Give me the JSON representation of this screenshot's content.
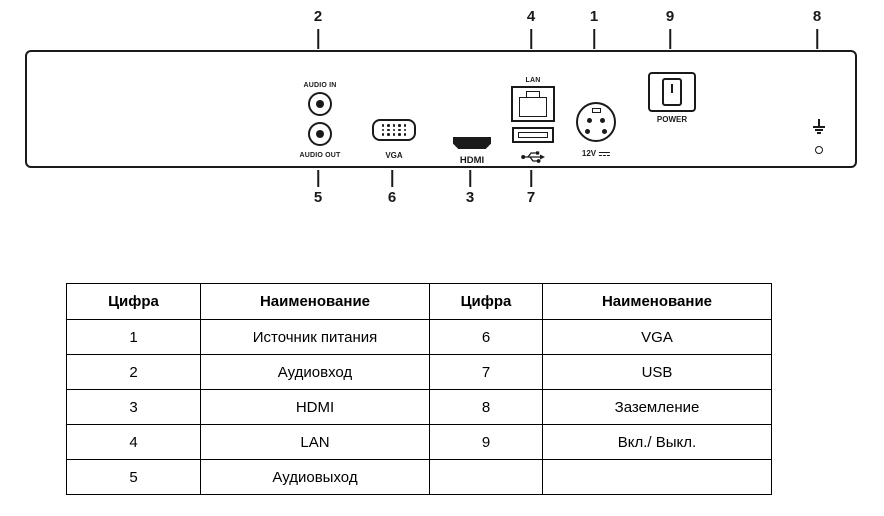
{
  "diagram": {
    "callouts_top": [
      {
        "n": "2"
      },
      {
        "n": "4"
      },
      {
        "n": "1"
      },
      {
        "n": "9"
      },
      {
        "n": "8"
      }
    ],
    "callouts_bottom": [
      {
        "n": "5"
      },
      {
        "n": "6"
      },
      {
        "n": "3"
      },
      {
        "n": "7"
      }
    ],
    "labels": {
      "audio_in": "AUDIO IN",
      "audio_out": "AUDIO OUT",
      "vga": "VGA",
      "hdmi": "HDMI",
      "lan": "LAN",
      "dc_12v": "12V",
      "power": "POWER"
    }
  },
  "table": {
    "headers": [
      "Цифра",
      "Наименование",
      "Цифра",
      "Наименование"
    ],
    "rows": [
      [
        "1",
        "Источник питания",
        "6",
        "VGA"
      ],
      [
        "2",
        "Аудиовход",
        "7",
        "USB"
      ],
      [
        "3",
        "HDMI",
        "8",
        "Заземление"
      ],
      [
        "4",
        "LAN",
        "9",
        "Вкл./ Выкл."
      ],
      [
        "5",
        "Аудиовыход",
        "",
        ""
      ]
    ]
  },
  "colors": {
    "line": "#1a1a1a",
    "background": "#ffffff"
  }
}
